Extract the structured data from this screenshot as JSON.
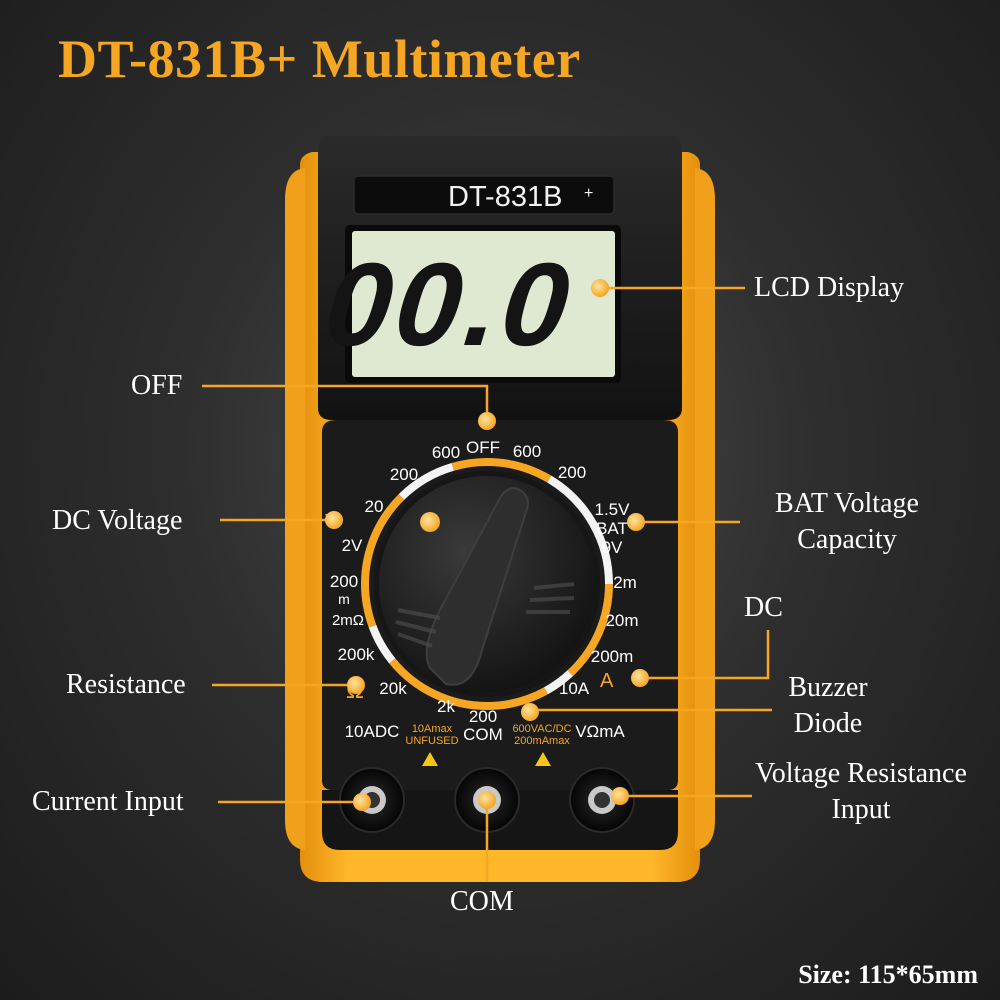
{
  "title": "DT-831B+ Multimeter",
  "device": {
    "model": "DT-831B",
    "model_plus": "+",
    "lcd_reading": "00.0",
    "dial_labels": {
      "off": "OFF",
      "dcv_600_left": "600",
      "dcv_200": "200",
      "dcv_20": "20",
      "dcv_2v": "2V",
      "dcv_200m": "200",
      "dcv_200m_unit": "m",
      "ohm_2m": "2mΩ",
      "ohm_200k": "200k",
      "ohm_20k": "20k",
      "ohm_2k": "2k",
      "ohm_200": "200",
      "acv_600_right": "600",
      "acv_200": "200",
      "bat_15v": "1.5V",
      "bat_label": "BAT",
      "bat_9v": "9V",
      "dca_2m": "2m",
      "dca_20m": "20m",
      "dca_200m": "200m",
      "dca_10a": "10A",
      "symbol_dcv": "V",
      "symbol_ohm": "Ω",
      "symbol_dca": "A"
    },
    "jacks": {
      "left_label": "10ADC",
      "left_sub1": "10Amax",
      "left_sub2": "UNFUSED",
      "center_label": "COM",
      "right_sub1": "600VAC/DC",
      "right_sub2": "200mAmax",
      "right_label": "VΩmA"
    }
  },
  "callouts": {
    "lcd": "LCD Display",
    "off": "OFF",
    "dc_voltage": "DC Voltage",
    "bat_line1": "BAT Voltage",
    "bat_line2": "Capacity",
    "dc": "DC",
    "resistance": "Resistance",
    "buzzer_line1": "Buzzer",
    "buzzer_line2": "Diode",
    "current_input": "Current Input",
    "voltage_res_line1": "Voltage Resistance",
    "voltage_res_line2": "Input",
    "com": "COM"
  },
  "size_note": "Size: 115*65mm",
  "colors": {
    "accent": "#f5a623",
    "housing": "#f7a81b",
    "body": "#1b1b1b",
    "lcd": "#dfe9d2"
  }
}
